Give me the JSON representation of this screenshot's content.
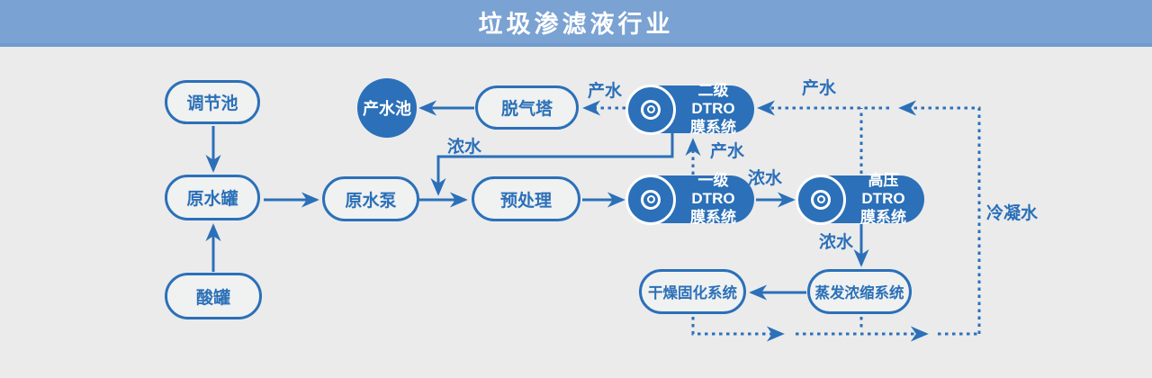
{
  "header": {
    "title": "垃圾渗滤液行业"
  },
  "colors": {
    "accent": "#2b70b8",
    "header_bg": "#7aa2d2",
    "header_edge": "#6f9bcd",
    "bg": "#ebebec",
    "pill_fill": "#f0f1f1",
    "node_text_light": "#ffffff"
  },
  "icons": {
    "dtro_badge": "concentric-circles-membrane-icon"
  },
  "diagram": {
    "nodes": {
      "adjustment_pool": {
        "label": "调节池"
      },
      "raw_water_tank": {
        "label": "原水罐"
      },
      "acid_tank": {
        "label": "酸罐"
      },
      "raw_water_pump": {
        "label": "原水泵"
      },
      "pretreatment": {
        "label": "预处理"
      },
      "degassing_tower": {
        "label": "脱气塔"
      },
      "product_water_pool": {
        "label": "产水池"
      },
      "stage2_dtro": {
        "line1": "二级DTRO",
        "line2": "膜系统"
      },
      "stage1_dtro": {
        "line1": "一级DTRO",
        "line2": "膜系统"
      },
      "hp_dtro": {
        "line1": "高压DTRO",
        "line2": "膜系统"
      },
      "evaporation_system": {
        "label": "蒸发浓缩系统"
      },
      "drying_system": {
        "label": "干燥固化系统"
      }
    },
    "edge_labels": {
      "product_water_to_degassing": "产水",
      "product_water_top_return": "产水",
      "product_water_stage1_to_stage2": "产水",
      "concentrate_stage2_return": "浓水",
      "concentrate_stage1_to_hp": "浓水",
      "concentrate_hp_to_evaporation": "浓水",
      "condensate_return": "冷凝水"
    }
  }
}
